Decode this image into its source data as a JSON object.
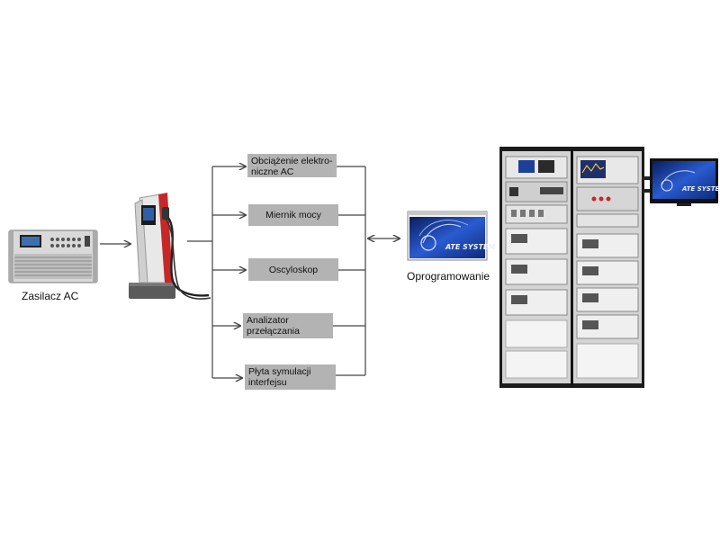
{
  "devices": {
    "ac_source": {
      "label": "Zasilacz AC",
      "icon": "ac-power-supply-icon"
    },
    "charger": {
      "icon": "ev-charger-icon"
    },
    "software": {
      "label": "Oprogramowanie",
      "logo_text": "ATE SYSTEM",
      "icon": "software-window-icon"
    },
    "rack": {
      "icon": "ate-rack-icon",
      "monitor_logo_text": "ATE SYSTEM"
    }
  },
  "instruments": [
    {
      "label": "Obciążenie elektro-\nniczne AC"
    },
    {
      "label": "Miernik mocy"
    },
    {
      "label": "Oscyloskop"
    },
    {
      "label": "Analizator\nprzełączania"
    },
    {
      "label": "Płyta symulacji\ninterfejsu"
    }
  ],
  "colors": {
    "box_fill": "#b3b3b3",
    "line": "#444444",
    "charger_red": "#c62828",
    "rack_frame": "#1b1b1b",
    "software_blue": "#1d3f9a"
  }
}
